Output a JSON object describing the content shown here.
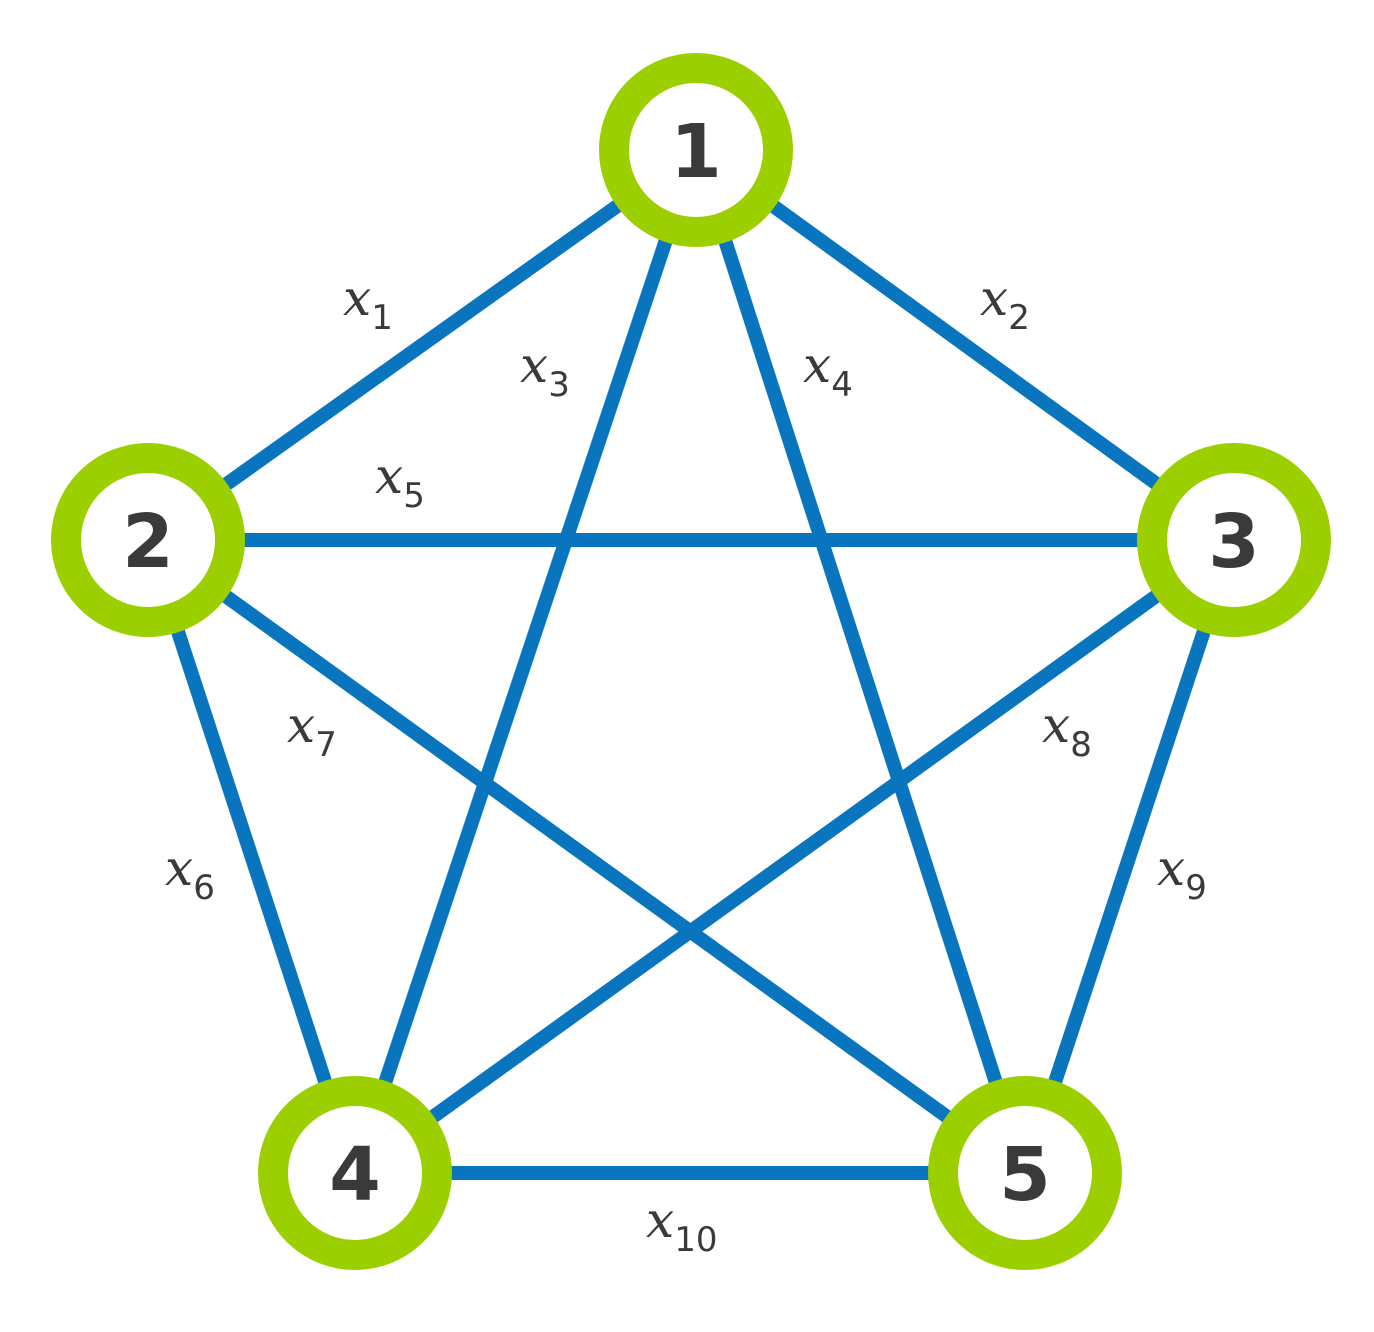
{
  "colors": {
    "edge": "#0a75bf",
    "node_ring": "#9ccf00",
    "node_fill": "#ffffff",
    "text": "#3a3a3a"
  },
  "nodes": [
    {
      "id": "1",
      "label": "1"
    },
    {
      "id": "2",
      "label": "2"
    },
    {
      "id": "3",
      "label": "3"
    },
    {
      "id": "4",
      "label": "4"
    },
    {
      "id": "5",
      "label": "5"
    }
  ],
  "edges": [
    {
      "from": "1",
      "to": "2",
      "var": "x",
      "sub": "1"
    },
    {
      "from": "1",
      "to": "3",
      "var": "x",
      "sub": "2"
    },
    {
      "from": "1",
      "to": "4",
      "var": "x",
      "sub": "3"
    },
    {
      "from": "1",
      "to": "5",
      "var": "x",
      "sub": "4"
    },
    {
      "from": "2",
      "to": "3",
      "var": "x",
      "sub": "5"
    },
    {
      "from": "2",
      "to": "4",
      "var": "x",
      "sub": "6"
    },
    {
      "from": "2",
      "to": "5",
      "var": "x",
      "sub": "7"
    },
    {
      "from": "3",
      "to": "4",
      "var": "x",
      "sub": "8"
    },
    {
      "from": "3",
      "to": "5",
      "var": "x",
      "sub": "9"
    },
    {
      "from": "4",
      "to": "5",
      "var": "x",
      "sub": "10"
    }
  ]
}
